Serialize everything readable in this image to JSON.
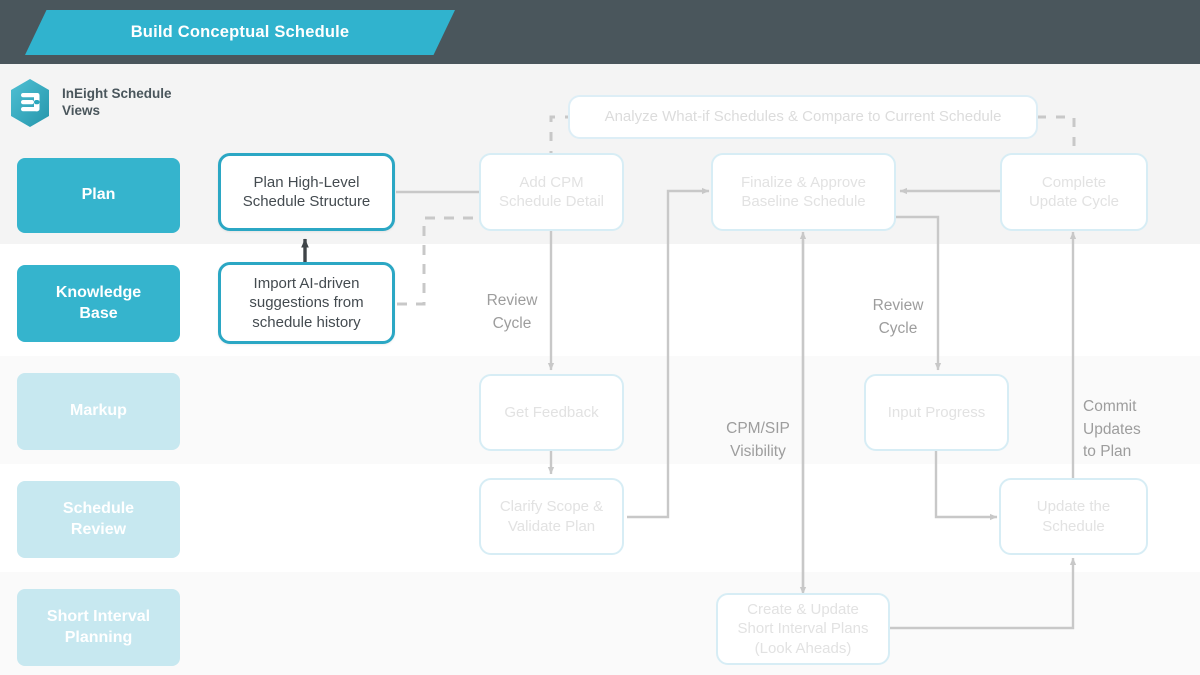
{
  "header": {
    "banner_title": "Build Conceptual Schedule",
    "bar_color": "#4a565c",
    "banner_color": "#30b3ce"
  },
  "brand": {
    "logo_icon": "ineight-hexagon-list-icon",
    "name_line1": "InEight Schedule",
    "name_line2": "Views",
    "accent": "#35b4cd"
  },
  "sidebar": {
    "items": [
      {
        "label": "Plan",
        "state": "active",
        "color": "#35b4cd"
      },
      {
        "label": "Knowledge\nBase",
        "state": "active",
        "color": "#35b4cd"
      },
      {
        "label": "Markup",
        "state": "faded",
        "color": "#c7e8f0"
      },
      {
        "label": "Schedule\nReview",
        "state": "faded",
        "color": "#c7e8f0"
      },
      {
        "label": "Short Interval\nPlanning",
        "state": "faded",
        "color": "#c7e8f0"
      }
    ]
  },
  "diagram": {
    "nodes": [
      {
        "id": "analyze",
        "label": "Analyze What-if Schedules & Compare to Current Schedule",
        "state": "ghost"
      },
      {
        "id": "plan-hl",
        "label": "Plan High-Level\nSchedule Structure",
        "state": "active"
      },
      {
        "id": "add-cpm",
        "label": "Add CPM\nSchedule Detail",
        "state": "ghost"
      },
      {
        "id": "finalize",
        "label": "Finalize & Approve\nBaseline Schedule",
        "state": "ghost"
      },
      {
        "id": "complete",
        "label": "Complete\nUpdate Cycle",
        "state": "ghost"
      },
      {
        "id": "import-ai",
        "label": "Import AI-driven\nsuggestions from\nschedule history",
        "state": "active"
      },
      {
        "id": "feedback",
        "label": "Get Feedback",
        "state": "ghost"
      },
      {
        "id": "progress",
        "label": "Input Progress",
        "state": "ghost"
      },
      {
        "id": "clarify",
        "label": "Clarify Scope &\nValidate Plan",
        "state": "ghost"
      },
      {
        "id": "update",
        "label": "Update the\nSchedule",
        "state": "ghost"
      },
      {
        "id": "sip",
        "label": "Create & Update\nShort Interval Plans\n(Look Aheads)",
        "state": "ghost"
      }
    ],
    "edge_labels": [
      {
        "id": "review-left",
        "text": "Review\nCycle"
      },
      {
        "id": "review-right",
        "text": "Review\nCycle"
      },
      {
        "id": "cpm-sip",
        "text": "CPM/SIP\nVisibility"
      },
      {
        "id": "commit",
        "text": "Commit\nUpdates\nto Plan"
      }
    ],
    "connector_color": "#c8c8c8",
    "connector_color_dark": "#3f4448"
  }
}
